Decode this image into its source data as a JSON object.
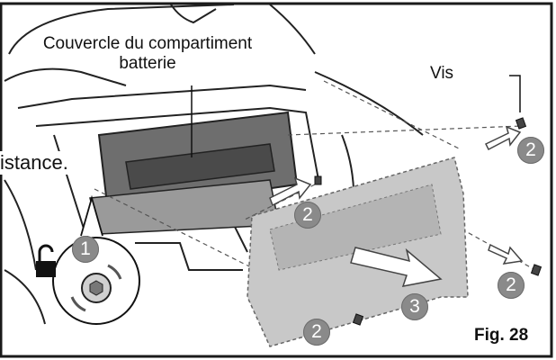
{
  "callout": {
    "line1": "Couvercle du compartiment",
    "line2": "batterie"
  },
  "cut_text": "istance.",
  "screw_label": "Vis",
  "figure_label": "Fig. 28",
  "steps": {
    "unlock": "1",
    "remove_screws": "2",
    "remove_cover": "3"
  },
  "colors": {
    "badge": "#8a8a8a",
    "cover": "#c8c8c8",
    "frame": "#1a1a1a"
  }
}
